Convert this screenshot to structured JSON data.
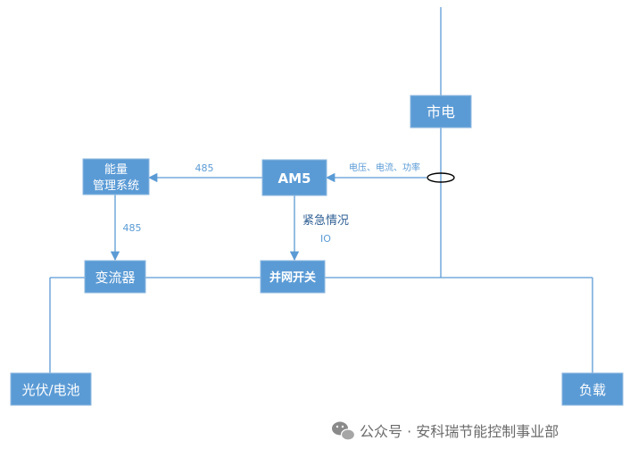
{
  "colors": {
    "box_fill": "#5b9bd5",
    "box_stroke": "#8fb8e0",
    "line": "#5b9bd5",
    "label_light": "#5b9bd5",
    "label_dark": "#2e5f94",
    "footer": "#6b6b6b"
  },
  "nodes": {
    "grid": "市电",
    "am5": "AM5",
    "ems_line1": "能量",
    "ems_line2": "管理系统",
    "inverter": "变流器",
    "grid_switch": "并网开关",
    "pv_battery": "光伏/电池",
    "load": "负载"
  },
  "edges": {
    "am5_to_ems": "485",
    "ems_to_inverter": "485",
    "measure": "电压、电流、功率",
    "emergency": "紧急情况",
    "io": "IO"
  },
  "footer": {
    "icon": "wechat-icon",
    "text": "公众号 · 安科瑞节能控制事业部"
  }
}
